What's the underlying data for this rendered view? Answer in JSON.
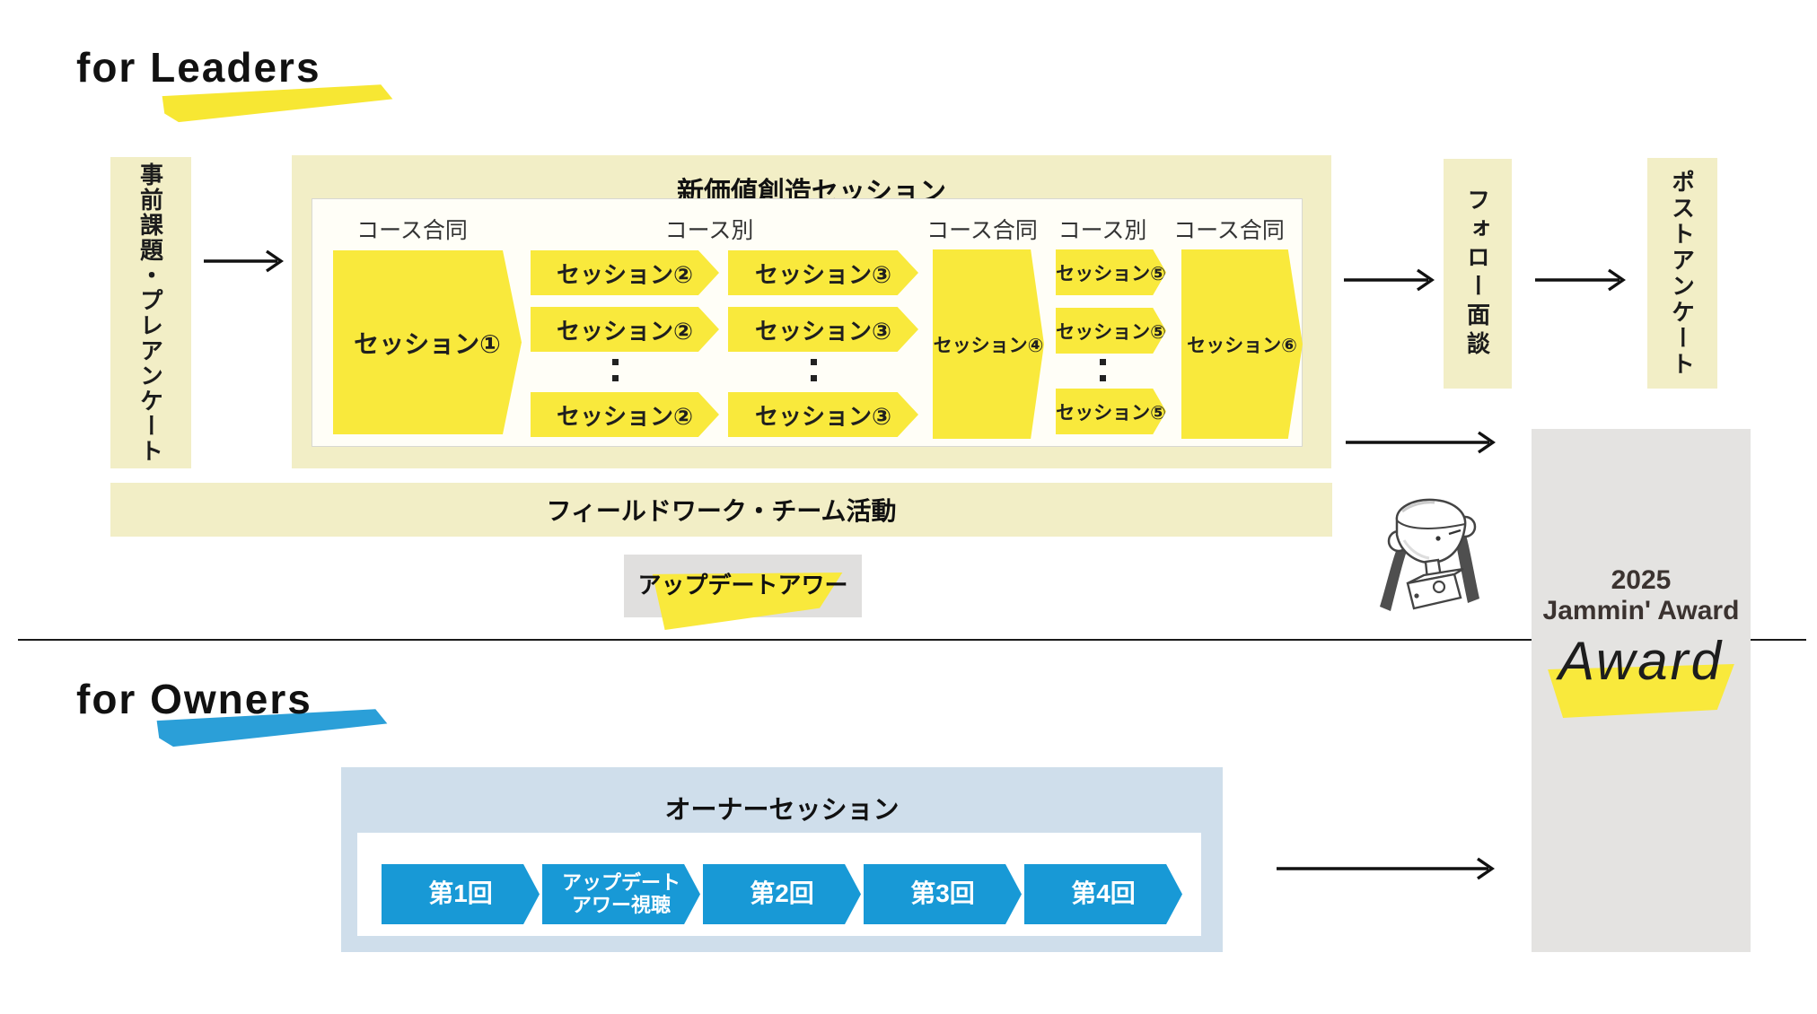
{
  "leaders": {
    "section_title": "for Leaders",
    "prework_label": "事前課題・プレアンケート",
    "value_session": {
      "title": "新価値創造セッション",
      "course_labels": [
        "コース合同",
        "コース別",
        "コース合同",
        "コース別",
        "コース合同"
      ],
      "sessions": [
        "セッション①",
        "セッション②",
        "セッション③",
        "セッション④",
        "セッション⑤",
        "セッション⑥"
      ]
    },
    "fieldwork_label": "フィールドワーク・チーム活動",
    "update_hour_label": "アップデートアワー",
    "follow_up_label": "フォロー面談",
    "post_survey_label": "ポストアンケート"
  },
  "owners": {
    "section_title": "for Owners",
    "session_title": "オーナーセッション",
    "steps": [
      {
        "label": "第1回"
      },
      {
        "line1": "アップデート",
        "line2": "アワー視聴"
      },
      {
        "label": "第2回"
      },
      {
        "label": "第3回"
      },
      {
        "label": "第4回"
      }
    ]
  },
  "award": {
    "year": "2025",
    "program_name": "Jammin' Award",
    "stamp": "Award"
  },
  "colors": {
    "cream": "#F2EEC6",
    "highlight_yellow": "#F9E93C",
    "leaders_swoosh_yellow": "#F7E733",
    "owners_step_blue": "#1899D6",
    "owners_panel_blue": "#CFDEEB",
    "owners_swoosh_blue": "#2B9FD8",
    "award_panel_gray": "#E4E3E1",
    "update_hour_gray": "#E0DFDE",
    "arrow_black": "#111111"
  }
}
